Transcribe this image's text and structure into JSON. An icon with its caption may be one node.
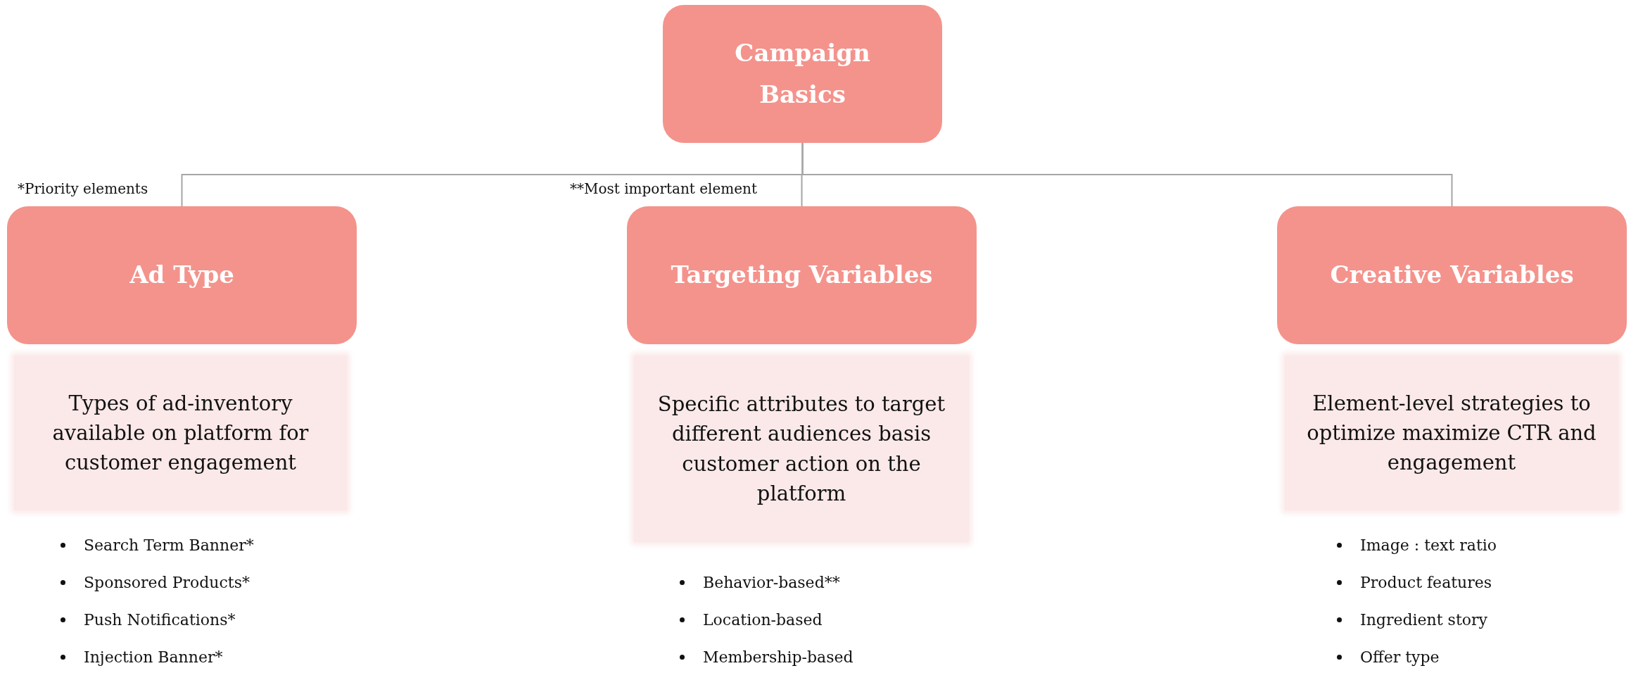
{
  "diagram": {
    "nodes": [
      {
        "text": [
          "Campaign Basics"
        ]
      },
      {
        "text": [
          "Ad Type"
        ]
      },
      {
        "text": [
          "Targeting Variables"
        ]
      },
      {
        "text": [
          "Creative Variables"
        ]
      },
      {
        "text": [
          "Types of ad-inventory available on platform for customer engagement"
        ]
      },
      {
        "text": [
          "Specific attributes to target different audiences basis customer action on the platform"
        ]
      },
      {
        "text": [
          "Element-level strategies to optimize maximize CTR and engagement"
        ]
      }
    ],
    "edges": [
      {
        "from": 0,
        "to": 1,
        "arrow": "none"
      },
      {
        "from": 0,
        "to": 2,
        "arrow": "none"
      },
      {
        "from": 0,
        "to": 3,
        "arrow": "none"
      }
    ],
    "labels": [
      "*Priority elements",
      "**Most important element",
      "Search Term Banner*",
      "Sponsored Products*",
      "Push Notifications*",
      "Injection Banner*",
      "Behavior-based**",
      "Location-based",
      "Membership-based",
      "Image : text ratio",
      "Product features",
      "Ingredient story",
      "Offer type"
    ]
  }
}
